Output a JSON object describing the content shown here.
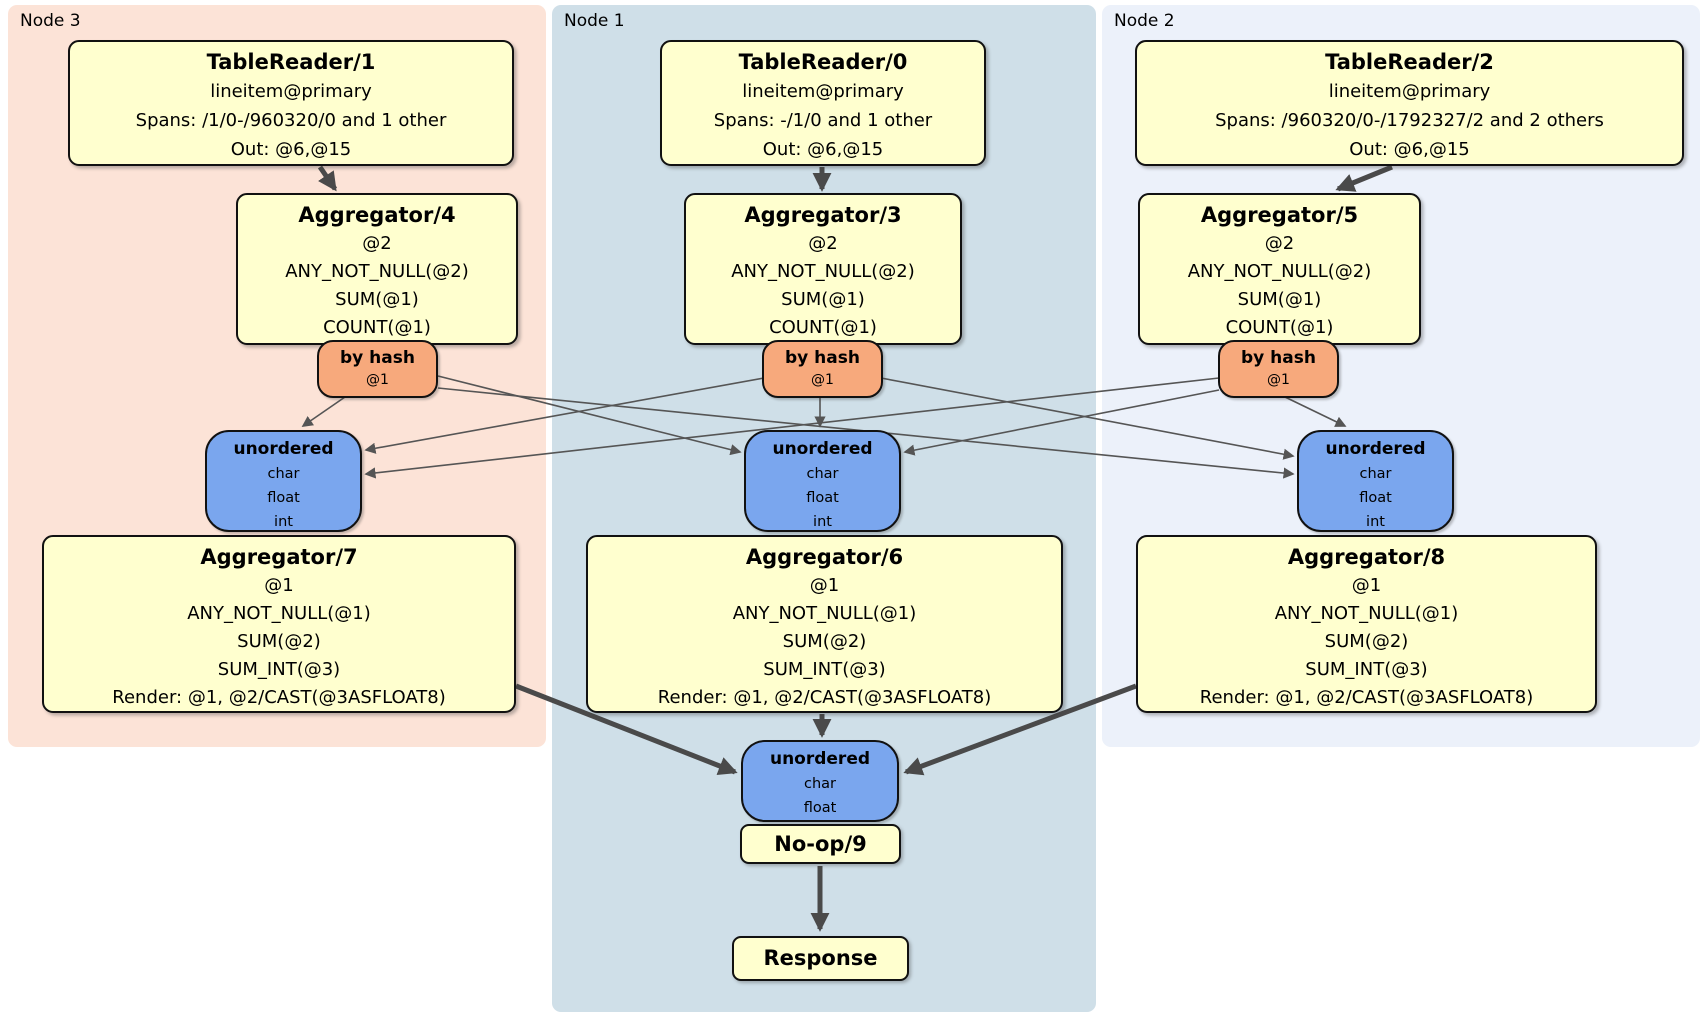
{
  "colors": {
    "node3_background": "#fce3d7",
    "node1_background": "#cfdfe8",
    "node2_background": "#ecf1fa",
    "processor_fill": "#ffffcf",
    "router_fill": "#f7a97c",
    "sync_fill": "#7aa6ee",
    "edge_thick": "#4a4a4a",
    "edge_thin": "#555555"
  },
  "nodes": {
    "node3": {
      "label": "Node 3",
      "table_reader": {
        "title": "TableReader/1",
        "lines": [
          "lineitem@primary",
          "Spans: /1/0-/960320/0 and 1 other",
          "Out: @6,@15"
        ]
      },
      "aggregator_top": {
        "title": "Aggregator/4",
        "lines": [
          "@2",
          "ANY_NOT_NULL(@2)",
          "SUM(@1)",
          "COUNT(@1)"
        ]
      },
      "router": {
        "title": "by hash",
        "detail": "@1"
      },
      "sync": {
        "title": "unordered",
        "lines": [
          "char",
          "float",
          "int"
        ]
      },
      "aggregator_bottom": {
        "title": "Aggregator/7",
        "lines": [
          "@1",
          "ANY_NOT_NULL(@1)",
          "SUM(@2)",
          "SUM_INT(@3)",
          "Render: @1, @2/CAST(@3ASFLOAT8)"
        ]
      }
    },
    "node1": {
      "label": "Node 1",
      "table_reader": {
        "title": "TableReader/0",
        "lines": [
          "lineitem@primary",
          "Spans: -/1/0 and 1 other",
          "Out: @6,@15"
        ]
      },
      "aggregator_top": {
        "title": "Aggregator/3",
        "lines": [
          "@2",
          "ANY_NOT_NULL(@2)",
          "SUM(@1)",
          "COUNT(@1)"
        ]
      },
      "router": {
        "title": "by hash",
        "detail": "@1"
      },
      "sync": {
        "title": "unordered",
        "lines": [
          "char",
          "float",
          "int"
        ]
      },
      "aggregator_bottom": {
        "title": "Aggregator/6",
        "lines": [
          "@1",
          "ANY_NOT_NULL(@1)",
          "SUM(@2)",
          "SUM_INT(@3)",
          "Render: @1, @2/CAST(@3ASFLOAT8)"
        ]
      }
    },
    "node2": {
      "label": "Node 2",
      "table_reader": {
        "title": "TableReader/2",
        "lines": [
          "lineitem@primary",
          "Spans: /960320/0-/1792327/2 and 2 others",
          "Out: @6,@15"
        ]
      },
      "aggregator_top": {
        "title": "Aggregator/5",
        "lines": [
          "@2",
          "ANY_NOT_NULL(@2)",
          "SUM(@1)",
          "COUNT(@1)"
        ]
      },
      "router": {
        "title": "by hash",
        "detail": "@1"
      },
      "sync": {
        "title": "unordered",
        "lines": [
          "char",
          "float",
          "int"
        ]
      },
      "aggregator_bottom": {
        "title": "Aggregator/8",
        "lines": [
          "@1",
          "ANY_NOT_NULL(@1)",
          "SUM(@2)",
          "SUM_INT(@3)",
          "Render: @1, @2/CAST(@3ASFLOAT8)"
        ]
      }
    }
  },
  "output_chain": {
    "sync": {
      "title": "unordered",
      "lines": [
        "char",
        "float"
      ]
    },
    "noop_label": "No-op/9",
    "response_label": "Response"
  },
  "edges": [
    {
      "from": "TableReader/1",
      "to": "Aggregator/4"
    },
    {
      "from": "TableReader/0",
      "to": "Aggregator/3"
    },
    {
      "from": "TableReader/2",
      "to": "Aggregator/5"
    },
    {
      "from": "by hash (Node 3)",
      "to": "unordered (Node 3)"
    },
    {
      "from": "by hash (Node 3)",
      "to": "unordered (Node 1)"
    },
    {
      "from": "by hash (Node 3)",
      "to": "unordered (Node 2)"
    },
    {
      "from": "by hash (Node 1)",
      "to": "unordered (Node 3)"
    },
    {
      "from": "by hash (Node 1)",
      "to": "unordered (Node 1)"
    },
    {
      "from": "by hash (Node 1)",
      "to": "unordered (Node 2)"
    },
    {
      "from": "by hash (Node 2)",
      "to": "unordered (Node 3)"
    },
    {
      "from": "by hash (Node 2)",
      "to": "unordered (Node 1)"
    },
    {
      "from": "by hash (Node 2)",
      "to": "unordered (Node 2)"
    },
    {
      "from": "Aggregator/7",
      "to": "unordered (final)"
    },
    {
      "from": "Aggregator/6",
      "to": "unordered (final)"
    },
    {
      "from": "Aggregator/8",
      "to": "unordered (final)"
    },
    {
      "from": "unordered (final)",
      "to": "No-op/9"
    },
    {
      "from": "No-op/9",
      "to": "Response"
    }
  ]
}
